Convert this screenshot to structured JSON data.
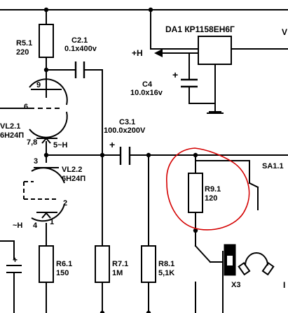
{
  "components": {
    "r5": {
      "ref": "R5.1",
      "value": "220"
    },
    "c2": {
      "ref": "C2.1",
      "value": "0.1x400v"
    },
    "da1": {
      "label": "DA1 КР1158ЕН6Г"
    },
    "plus_h": "+H",
    "c4": {
      "ref": "C4",
      "value": "10.0x16v"
    },
    "vl2_1": {
      "ref": "VL2.1",
      "type": "6H24П"
    },
    "c3": {
      "ref": "C3.1",
      "value": "100.0x200V"
    },
    "vl2_2": {
      "ref": "VL2.2",
      "type": "6H24П"
    },
    "r9": {
      "ref": "R9.1",
      "value": "120"
    },
    "sa1": {
      "ref": "SA1.1"
    },
    "r6": {
      "ref": "R6.1",
      "value": "150"
    },
    "r7": {
      "ref": "R7.1",
      "value": "1M"
    },
    "r8": {
      "ref": "R8.1",
      "value": "5,1K"
    },
    "x3": {
      "ref": "X3"
    },
    "heater_a": "5~H",
    "heater_b": "~H",
    "plus_sign": "+"
  },
  "pins": {
    "p9": "9",
    "p6": "6",
    "p78": "7,8",
    "p3": "3",
    "p2": "2",
    "p4": "4",
    "p1": "1"
  },
  "edge_marks": {
    "right_top": "V",
    "right_bottom": "I"
  },
  "colors": {
    "wire": "#000000",
    "annotation": "#d40000",
    "background": "#ffffff"
  }
}
